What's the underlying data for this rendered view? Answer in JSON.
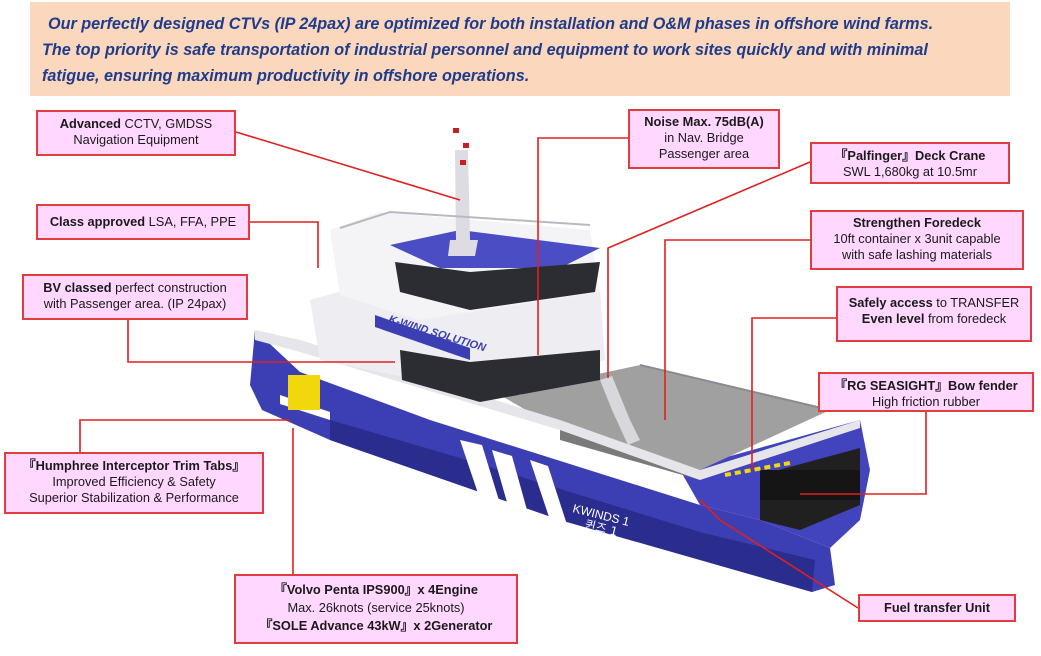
{
  "banner": {
    "line1": "Our perfectly designed CTVs (IP 24pax) are optimized for both installation and O&M phases in offshore wind farms.",
    "line2": "The top priority is safe transportation of industrial personnel and equipment to work sites quickly and with minimal",
    "line3": "fatigue, ensuring maximum productivity in offshore operations."
  },
  "callouts": {
    "cctv": {
      "bold": "Advanced",
      "text": " CCTV, GMDSS",
      "line2": "Navigation Equipment"
    },
    "class_approved": {
      "bold": "Class approved",
      "text": " LSA, FFA, PPE"
    },
    "bv_classed": {
      "bold": "BV classed",
      "text": " perfect construction",
      "line2": "with Passenger area. (IP 24pax)"
    },
    "noise": {
      "bold": "Noise Max. 75dB(A)",
      "line2": "in Nav. Bridge",
      "line3": "Passenger area"
    },
    "palfinger": {
      "bold": "『Palfinger』Deck Crane",
      "line2": "SWL 1,680kg at 10.5mr"
    },
    "foredeck": {
      "bold": "Strengthen Foredeck",
      "line2": "10ft container x 3unit capable",
      "line3": "with safe lashing materials"
    },
    "safely_access": {
      "bold1": "Safely access",
      "text1": " to TRANSFER",
      "bold2": "Even level",
      "text2": " from foredeck"
    },
    "seasight": {
      "bold": "『RG SEASIGHT』Bow fender",
      "line2": "High friction rubber"
    },
    "humphree": {
      "bold": "『Humphree Interceptor Trim Tabs』",
      "line2": "Improved Efficiency & Safety",
      "line3": "Superior Stabilization & Performance"
    },
    "volvo": {
      "bold": "『Volvo Penta IPS900』x 4Engine",
      "line2": "Max. 26knots (service 25knots)",
      "bold3": "『SOLE Advance 43kW』x 2Generator"
    },
    "fuel": {
      "bold": "Fuel transfer Unit"
    }
  },
  "ship": {
    "hull_name": "KWINDS 1",
    "hull_name_kr": "퀸즈 1",
    "cabin_text": "K-WIND SOLUTION"
  },
  "colors": {
    "banner_bg": "#fbd7bd",
    "banner_text": "#1f3c8a",
    "callout_bg": "#ffd7ff",
    "callout_border": "#e23c3c",
    "hull_blue": "#3b3fb3",
    "leader_line": "#e02020"
  }
}
